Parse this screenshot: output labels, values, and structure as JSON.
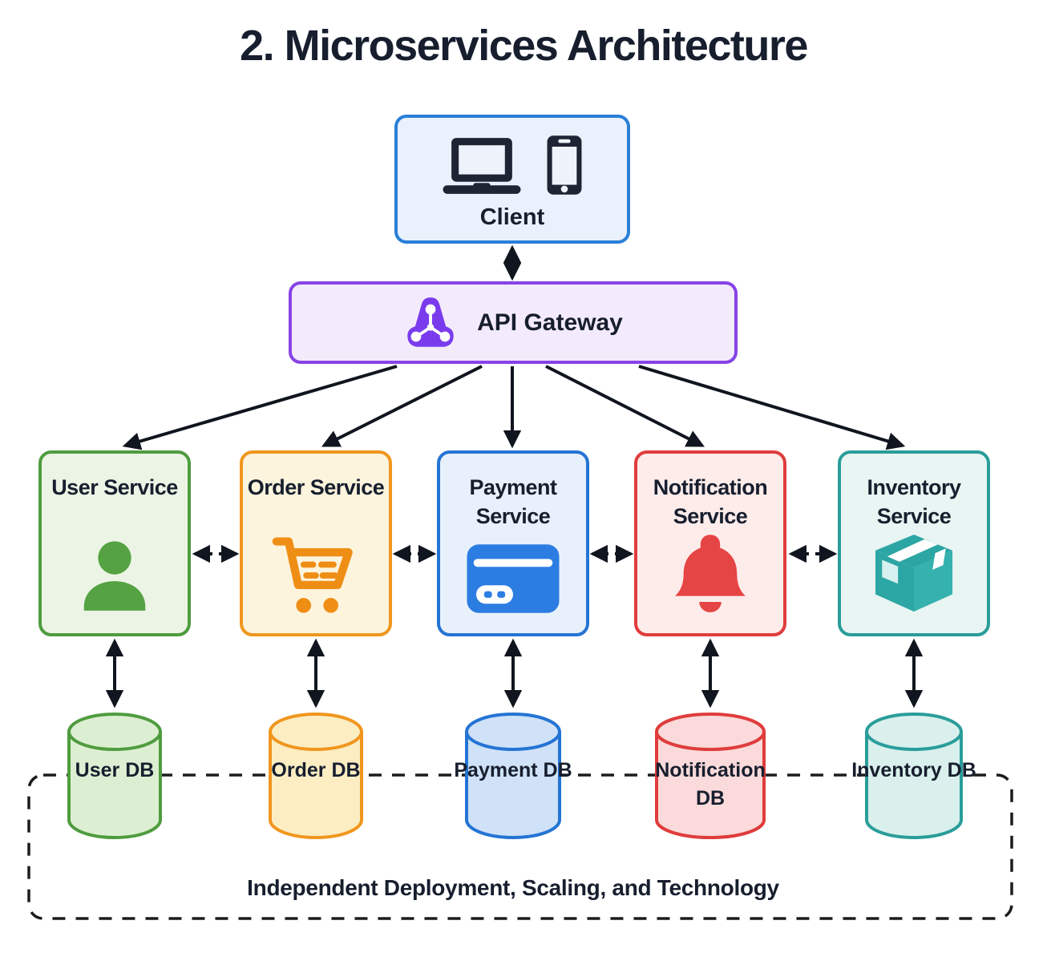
{
  "title": "2. Microservices Architecture",
  "client": {
    "label": "Client",
    "border_color": "#2a7fd8",
    "fill_color": "#e9f1fc",
    "icons": [
      "laptop-icon",
      "smartphone-icon"
    ],
    "icon_color": "#1d2433"
  },
  "gateway": {
    "label": "API Gateway",
    "border_color": "#8743e6",
    "fill_color": "#f3ebfc",
    "icon": "network-nodes-icon",
    "icon_color": "#7a3bed"
  },
  "services": [
    {
      "id": "user",
      "label": "User Service",
      "icon": "person-icon",
      "border_color": "#4f9c3f",
      "fill_color": "#ecf5e5",
      "icon_color": "#55a243",
      "db_label": "User DB",
      "db_fill": "#ddefd2"
    },
    {
      "id": "order",
      "label": "Order Service",
      "icon": "shopping-cart-icon",
      "border_color": "#f0961e",
      "fill_color": "#fdf4dd",
      "icon_color": "#ef8e15",
      "db_label": "Order DB",
      "db_fill": "#fcedc2"
    },
    {
      "id": "payment",
      "label": "Payment Service",
      "icon": "credit-card-icon",
      "border_color": "#2474d4",
      "fill_color": "#e8f1fb",
      "icon_color": "#2c7de2",
      "db_label": "Payment DB",
      "db_fill": "#cfe2f7"
    },
    {
      "id": "notification",
      "label": "Notification Service",
      "icon": "bell-icon",
      "border_color": "#e03c3c",
      "fill_color": "#fdecea",
      "icon_color": "#e64545",
      "db_label": "Notification DB",
      "db_fill": "#fadada"
    },
    {
      "id": "inventory",
      "label": "Inventory Service",
      "icon": "package-box-icon",
      "border_color": "#2a9d9a",
      "fill_color": "#e8f5f3",
      "icon_color": "#2ca6a4",
      "db_label": "Inventory DB",
      "db_fill": "#d9f0ec"
    }
  ],
  "footer": {
    "label": "Independent Deployment, Scaling, and Technology"
  },
  "connections": {
    "client_gateway": "bidirectional",
    "gateway_to_services": "one-way fan-out",
    "service_to_service": "bidirectional",
    "service_to_db": "bidirectional"
  },
  "colors": {
    "arrow": "#10151f",
    "dashed_border": "#1c1c1c",
    "text": "#171e2e",
    "background": "#ffffff"
  }
}
